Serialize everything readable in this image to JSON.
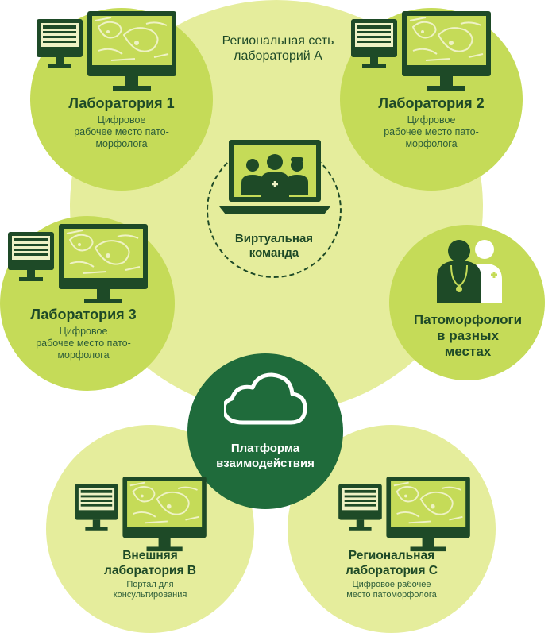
{
  "network": {
    "title": "Региональная сеть\nлабораторий А"
  },
  "lab1": {
    "title": "Лаборатория 1",
    "subtitle": "Цифровое\nрабочее место пато-\nморфолога"
  },
  "lab2": {
    "title": "Лаборатория 2",
    "subtitle": "Цифровое\nрабочее место пато-\nморфолога"
  },
  "lab3": {
    "title": "Лаборатория 3",
    "subtitle": "Цифровое\nрабочее место пато-\nморфолога"
  },
  "virtual_team": {
    "title": "Виртуальная\nкоманда"
  },
  "pathologists": {
    "title": "Патоморфологи\nв разных\nместах"
  },
  "platform": {
    "title": "Платформа\nвзаимодействия"
  },
  "lab_b": {
    "title": "Внешняя\nлаборатория В",
    "subtitle": "Портал для\nконсультирования"
  },
  "lab_c": {
    "title": "Региональная\nлаборатория С",
    "subtitle": "Цифровое рабочее\nместо патоморфолога"
  },
  "colors": {
    "light": "#e4ec9a",
    "medium": "#c5db56",
    "dark": "#1e6b3a",
    "icon": "#1e4a27"
  }
}
